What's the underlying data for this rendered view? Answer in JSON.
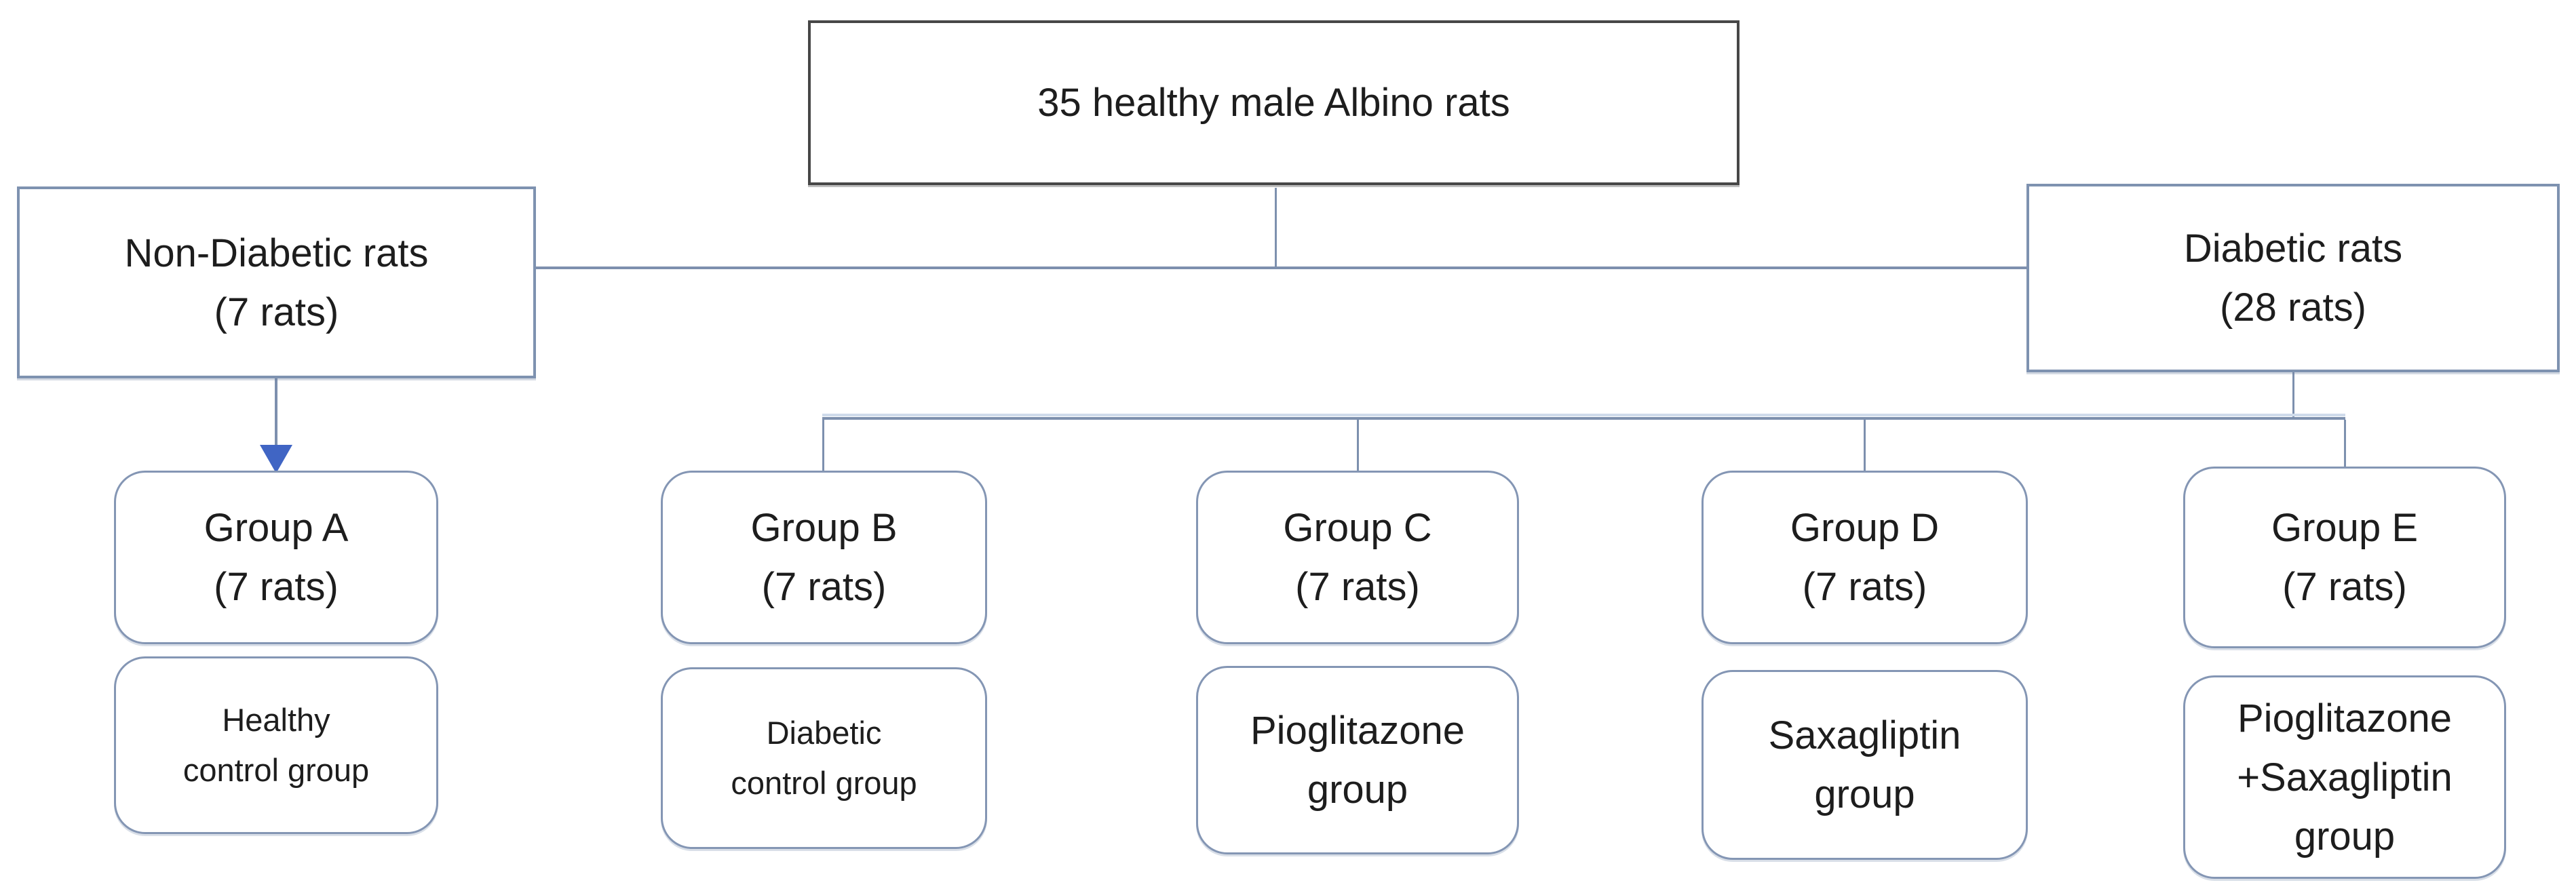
{
  "root_box": {
    "label": "35 healthy male Albino rats"
  },
  "branch_boxes": {
    "non_diabetic": {
      "line1": "Non-Diabetic rats",
      "line2": "(7 rats)"
    },
    "diabetic": {
      "line1": "Diabetic rats",
      "line2": "(28 rats)"
    }
  },
  "group_boxes": [
    {
      "line1": "Group A",
      "line2": "(7 rats)"
    },
    {
      "line1": "Group B",
      "line2": "(7 rats)"
    },
    {
      "line1": "Group C",
      "line2": "(7 rats)"
    },
    {
      "line1": "Group D",
      "line2": "(7 rats)"
    },
    {
      "line1": "Group E",
      "line2": "(7 rats)"
    }
  ],
  "treatment_boxes": [
    {
      "lines": [
        "Healthy",
        "control group"
      ]
    },
    {
      "lines": [
        "Diabetic",
        "control group"
      ]
    },
    {
      "lines": [
        "Pioglitazone",
        "group"
      ]
    },
    {
      "lines": [
        "Saxagliptin",
        "group"
      ]
    },
    {
      "lines": [
        "Pioglitazone",
        "+Saxagliptin",
        "group"
      ]
    }
  ],
  "colors": {
    "background": "#ffffff",
    "root_box_border": "#474747",
    "branch_box_border": "#7e92b0",
    "rounded_box_border": "#8496b4",
    "connector_line": "#7d90ae",
    "connector_highlight": "#cfdbeb",
    "arrowhead": "#4065c4",
    "text": "#1d1d1d"
  }
}
